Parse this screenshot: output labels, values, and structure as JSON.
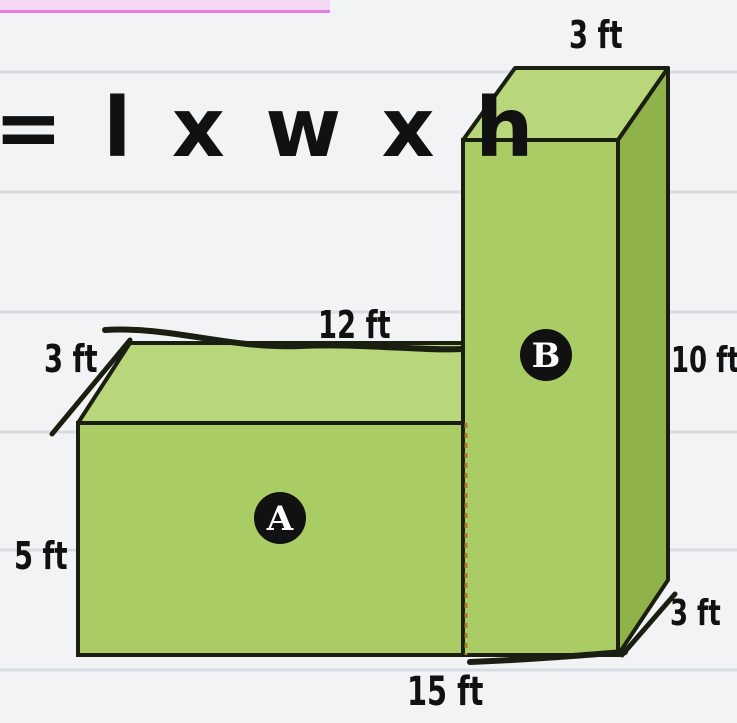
{
  "formula": "= l x w x h",
  "labels": {
    "b_width": "3 ft",
    "b_height": "10 ft",
    "b_depth": "3 ft",
    "a_length": "12 ft",
    "a_depth": "3 ft",
    "a_height": "5 ft",
    "base_length": "15 ft"
  },
  "prisms": {
    "a_label": "A",
    "b_label": "B"
  },
  "colors": {
    "front": "#a9cc64",
    "top": "#b8d77a",
    "side": "#8fb34a",
    "edge": "#1a1f12",
    "hidden_edge": "#b07a28",
    "guide_lines": "#d8dce2"
  }
}
